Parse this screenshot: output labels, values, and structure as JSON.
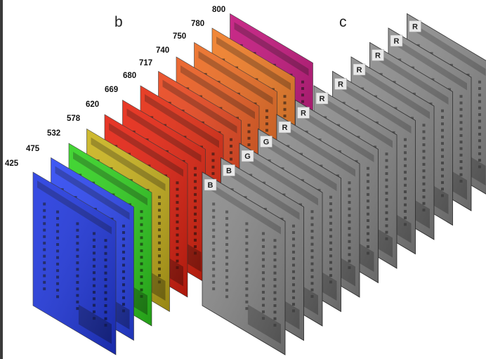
{
  "panels": {
    "b": "b",
    "c": "c"
  },
  "wavelengths": [
    "425",
    "475",
    "532",
    "578",
    "620",
    "669",
    "680",
    "717",
    "740",
    "750",
    "780",
    "800"
  ],
  "colors": [
    "#1f37e0",
    "#2a45f2",
    "#2fd11e",
    "#c9b21a",
    "#e5200f",
    "#e6230f",
    "#e52a10",
    "#e9441b",
    "#ea5a1d",
    "#ec6a1f",
    "#f07a22",
    "#c1127a"
  ],
  "channels": [
    "B",
    "B",
    "G",
    "G",
    "R",
    "R",
    "R",
    "R",
    "R",
    "R",
    "R",
    "R"
  ],
  "layer_labels": {
    "w0": "425",
    "w1": "475",
    "w2": "532",
    "w3": "578",
    "w4": "620",
    "w5": "669",
    "w6": "680",
    "w7": "717",
    "w8": "740",
    "w9": "750",
    "w10": "780",
    "w11": "800",
    "c0": "B",
    "c1": "B",
    "c2": "G",
    "c3": "G",
    "c4": "R",
    "c5": "R",
    "c6": "R",
    "c7": "R",
    "c8": "R",
    "c9": "R",
    "c10": "R",
    "c11": "R"
  },
  "gray_sheet_color": "#8a8a8a"
}
